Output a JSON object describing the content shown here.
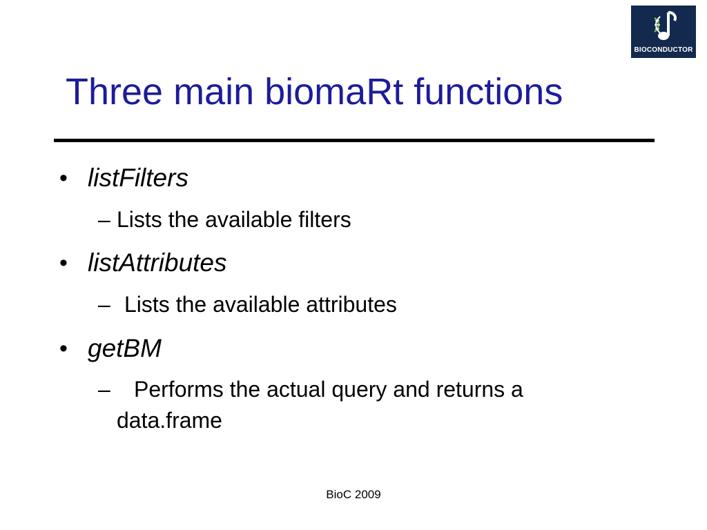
{
  "slide": {
    "title": "Three main biomaRt functions",
    "logo_text": "BIOCONDUCTOR",
    "bullet_glyph": "•",
    "dash_glyph": "–",
    "items": [
      {
        "heading": "listFilters",
        "description": "Lists the available filters"
      },
      {
        "heading": "listAttributes",
        "description": "Lists the available attributes"
      },
      {
        "heading": "getBM",
        "description_line1": "Performs the actual query and returns a",
        "description_line2": "data.frame"
      }
    ],
    "footer": "BioC 2009"
  },
  "colors": {
    "title": "#1c1c9c",
    "logo_background": "#13294e",
    "logo_accent": "#6fbf4a",
    "text": "#000000"
  }
}
